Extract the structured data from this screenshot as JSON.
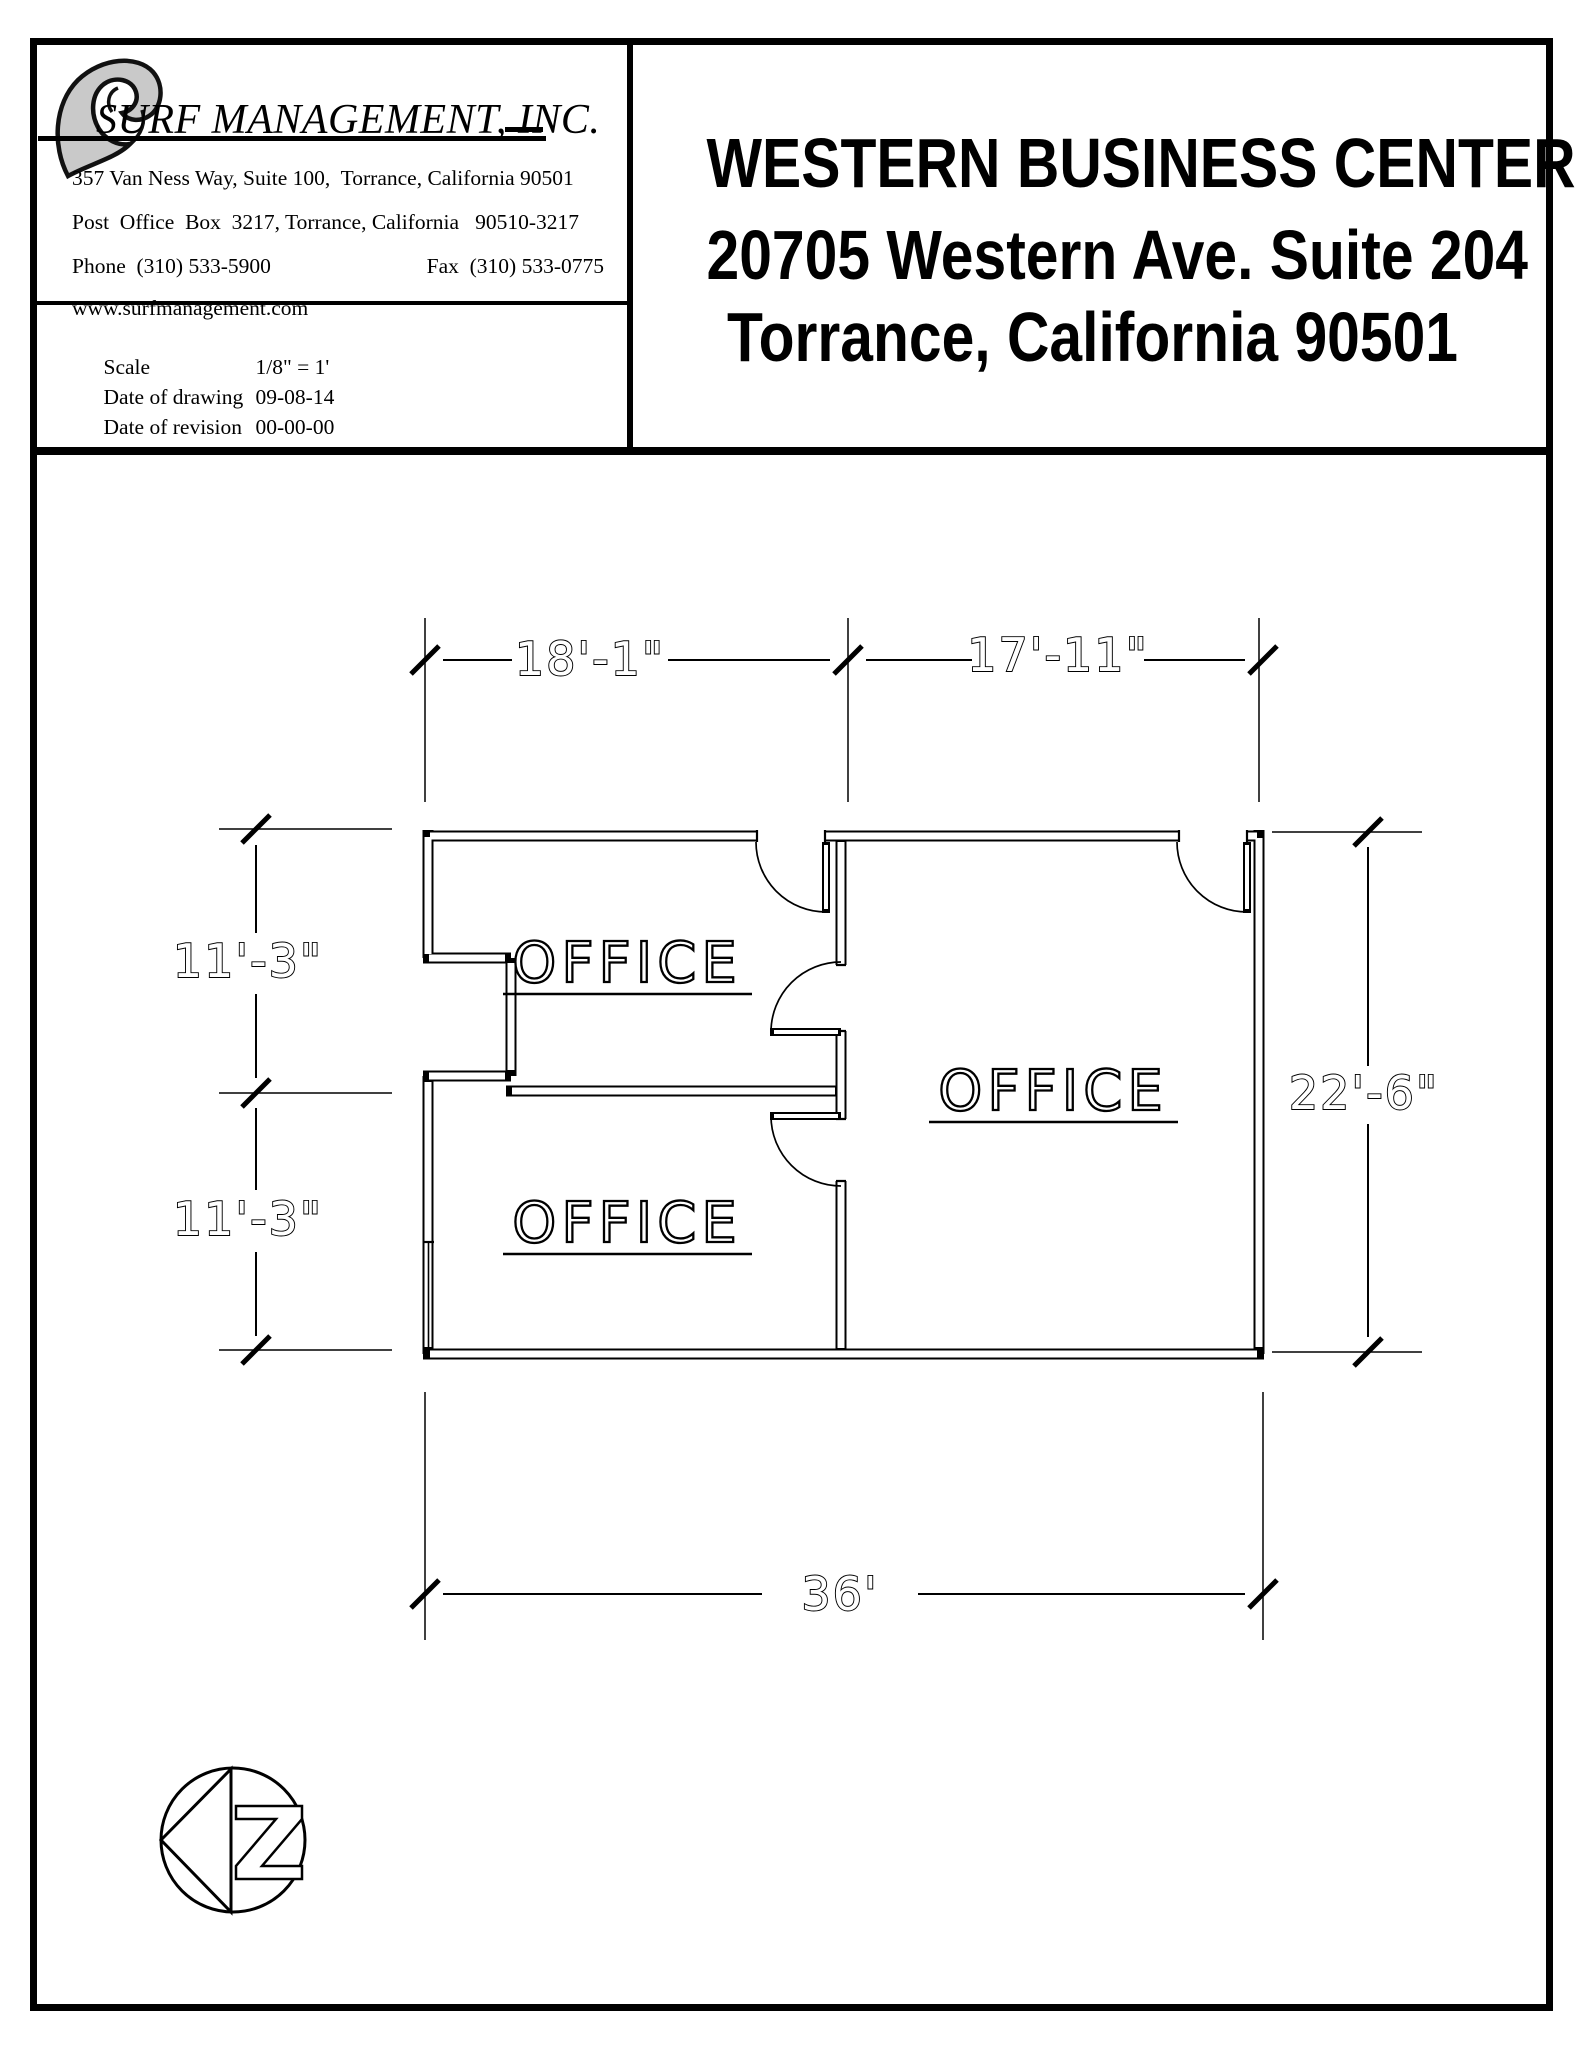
{
  "company": {
    "name": "SURF MANAGEMENT, INC.",
    "logo_icon": "wave-icon",
    "address_line1": "357 Van Ness Way, Suite 100,  Torrance, California 90501",
    "address_line2": "Post  Office  Box  3217, Torrance, California   90510-3217",
    "phone": "Phone  (310) 533-5900",
    "fax": "Fax  (310) 533-0775",
    "website": "www.surfmanagement.com"
  },
  "drawing_info": {
    "scale_label": "Scale",
    "scale_value": "1/8\" = 1'",
    "date_of_drawing_label": "Date of drawing",
    "date_of_drawing_value": "09-08-14",
    "date_of_revision_label": "Date of revision",
    "date_of_revision_value": "00-00-00"
  },
  "title_block": {
    "line1": "WESTERN BUSINESS CENTER",
    "line2": "20705 Western Ave. Suite 204",
    "line3": "Torrance, California 90501"
  },
  "plan": {
    "rooms": [
      {
        "label": "OFFICE"
      },
      {
        "label": "OFFICE"
      },
      {
        "label": "OFFICE"
      }
    ],
    "dimensions": {
      "top_left": "18'-1\"",
      "top_right": "17'-11\"",
      "left_upper": "11'-3\"",
      "left_lower": "11'-3\"",
      "right": "22'-6\"",
      "bottom": "36'"
    },
    "north_arrow_icon": "north-arrow-pointing-left"
  },
  "colors": {
    "line": "#000000",
    "wave_fill": "#c9c9c9",
    "background": "#ffffff"
  }
}
